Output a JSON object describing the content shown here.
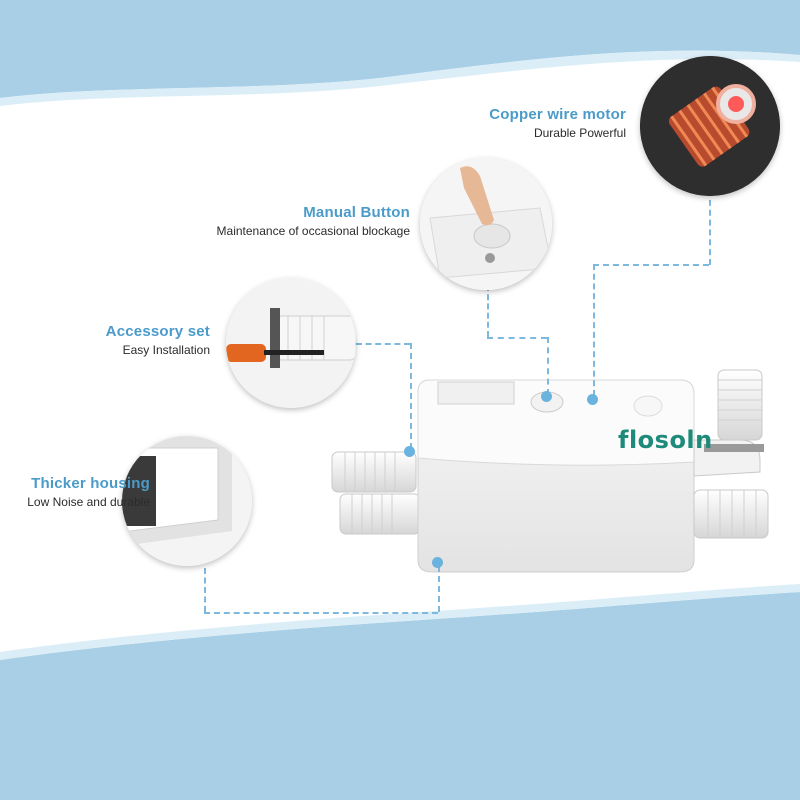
{
  "brand": "flosoln",
  "callouts": {
    "copper_motor": {
      "title": "Copper wire motor",
      "subtitle": "Durable Powerful"
    },
    "manual_button": {
      "title": "Manual Button",
      "subtitle": "Maintenance of occasional blockage"
    },
    "accessory_set": {
      "title": "Accessory set",
      "subtitle": "Easy Installation"
    },
    "thicker_housing": {
      "title": "Thicker housing",
      "subtitle": "Low Noise and durable"
    }
  },
  "colors": {
    "accent_blue": "#4a9bc9",
    "band_blue": "#a9cfe6",
    "brand_green": "#1e8a7a"
  }
}
